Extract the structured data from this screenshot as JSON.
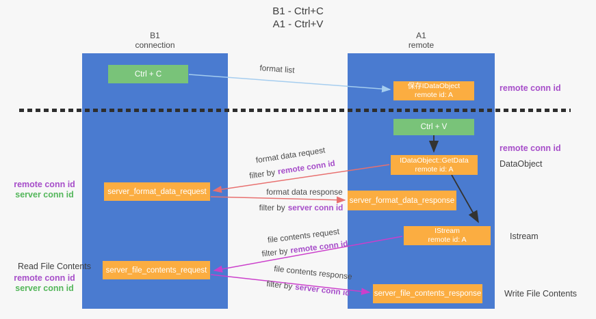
{
  "title": {
    "line1": "B1 - Ctrl+C",
    "line2": "A1 - Ctrl+V"
  },
  "lanes": {
    "left": {
      "name": "B1",
      "type": "connection"
    },
    "right": {
      "name": "A1",
      "type": "remote"
    }
  },
  "nodes": {
    "ctrl_c": "Ctrl + C",
    "ctrl_v": "Ctrl + V",
    "save_idataobject": {
      "line1": "保存IDataObject",
      "line2": "remote id: A"
    },
    "idataobject_getdata": {
      "line1": "IDataObject::GetData",
      "line2": "remote id: A"
    },
    "istream": {
      "line1": "IStream",
      "line2": "remote id: A"
    },
    "server_format_data_request": "server_format_data_request",
    "server_format_data_response": "server_format_data_response",
    "server_file_contents_request": "server_file_contents_request",
    "server_file_contents_response": "server_file_contents_response"
  },
  "edge_labels": {
    "format_list": "format list",
    "format_data_request": "format data request",
    "format_data_response": "format data response",
    "file_contents_request": "file contents request",
    "file_contents_response": "file contents response",
    "filter_by": "filter by",
    "remote_conn_id": "remote conn id",
    "server_conn_id": "server conn id"
  },
  "side_labels": {
    "remote_conn_id": "remote conn id",
    "server_conn_id": "server conn id",
    "dataobject": "DataObject",
    "istream": "Istream",
    "read_file_contents": "Read File Contents",
    "write_file_contents": "Write File Contents"
  },
  "colors": {
    "lane_blue": "#4a7bd0",
    "node_orange": "#fbad41",
    "node_green": "#79c379",
    "remote_conn_id_purple": "#a64dc9",
    "server_conn_id_green": "#53b65a",
    "arrow_red": "#e8706f",
    "arrow_magenta": "#cb3fcb",
    "arrow_blue": "#a5cdef",
    "arrow_black": "#333333"
  }
}
